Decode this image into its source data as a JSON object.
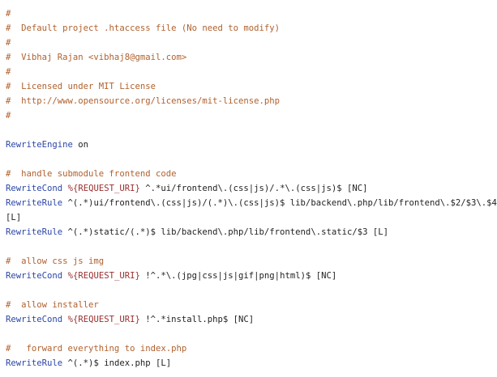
{
  "file": {
    "language": "apache",
    "lines": [
      [
        {
          "t": "#",
          "k": "comment"
        }
      ],
      [
        {
          "t": "#  Default project .htaccess file (No need to modify)",
          "k": "comment"
        }
      ],
      [
        {
          "t": "#",
          "k": "comment"
        }
      ],
      [
        {
          "t": "#  Vibhaj Rajan <vibhaj8@gmail.com>",
          "k": "comment"
        }
      ],
      [
        {
          "t": "#",
          "k": "comment"
        }
      ],
      [
        {
          "t": "#  Licensed under MIT License",
          "k": "comment"
        }
      ],
      [
        {
          "t": "#  http://www.opensource.org/licenses/mit-license.php",
          "k": "comment"
        }
      ],
      [
        {
          "t": "#",
          "k": "comment"
        }
      ],
      [],
      [
        {
          "t": "RewriteEngine",
          "k": "directive"
        },
        {
          "t": " on",
          "k": "plain"
        }
      ],
      [],
      [
        {
          "t": "#  handle submodule frontend code",
          "k": "comment"
        }
      ],
      [
        {
          "t": "RewriteCond",
          "k": "directive"
        },
        {
          "t": " ",
          "k": "plain"
        },
        {
          "t": "%{REQUEST_URI}",
          "k": "variable"
        },
        {
          "t": " ^.*ui/frontend\\.(css|js)/.*\\.(css|js)$ [NC]",
          "k": "plain"
        }
      ],
      [
        {
          "t": "RewriteRule",
          "k": "directive"
        },
        {
          "t": " ^(.*)ui/frontend\\.(css|js)/(.*)\\.(css|js)$ lib/backend\\.php/lib/frontend\\.$2/$3\\.$4",
          "k": "plain"
        }
      ],
      [
        {
          "t": "[L]",
          "k": "plain"
        }
      ],
      [
        {
          "t": "RewriteRule",
          "k": "directive"
        },
        {
          "t": " ^(.*)static/(.*)$ lib/backend\\.php/lib/frontend\\.static/$3 [L]",
          "k": "plain"
        }
      ],
      [],
      [
        {
          "t": "#  allow css js img",
          "k": "comment"
        }
      ],
      [
        {
          "t": "RewriteCond",
          "k": "directive"
        },
        {
          "t": " ",
          "k": "plain"
        },
        {
          "t": "%{REQUEST_URI}",
          "k": "variable"
        },
        {
          "t": " !^.*\\.(jpg|css|js|gif|png|html)$ [NC]",
          "k": "plain"
        }
      ],
      [],
      [
        {
          "t": "#  allow installer",
          "k": "comment"
        }
      ],
      [
        {
          "t": "RewriteCond",
          "k": "directive"
        },
        {
          "t": " ",
          "k": "plain"
        },
        {
          "t": "%{REQUEST_URI}",
          "k": "variable"
        },
        {
          "t": " !^.*install.php$ [NC]",
          "k": "plain"
        }
      ],
      [],
      [
        {
          "t": "#   forward everything to index.php",
          "k": "comment"
        }
      ],
      [
        {
          "t": "RewriteRule",
          "k": "directive"
        },
        {
          "t": " ^(.*)$ index.php [L]",
          "k": "plain"
        }
      ]
    ]
  },
  "colors": {
    "comment": "#b0612e",
    "directive": "#2b46a8",
    "variable": "#9a2f2f",
    "plain": "#222222",
    "background": "#ffffff"
  }
}
